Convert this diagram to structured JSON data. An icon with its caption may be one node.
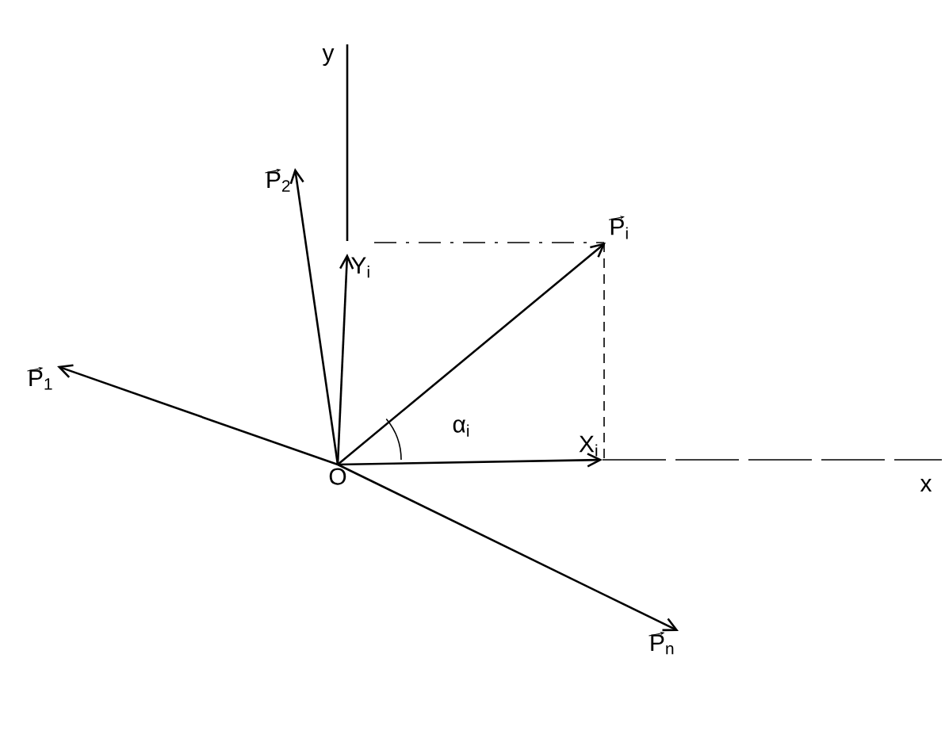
{
  "diagram": {
    "nodes": [
      {
        "text": [
          "O"
        ]
      },
      {
        "text": [
          "P$_{1}$"
        ]
      },
      {
        "text": [
          "P$_{2}$"
        ]
      },
      {
        "text": [
          "P$_{i}$"
        ]
      },
      {
        "text": [
          "P$_{n}$"
        ]
      },
      {
        "text": [
          "Y$_{i}$"
        ]
      },
      {
        "text": [
          "X$_{i}$"
        ]
      }
    ],
    "edges": [
      {
        "from": 0,
        "to": 1,
        "arrow": "to"
      },
      {
        "from": 0,
        "to": 2,
        "arrow": "to"
      },
      {
        "from": 0,
        "to": 3,
        "arrow": "to"
      },
      {
        "from": 0,
        "to": 4,
        "arrow": "to"
      },
      {
        "from": 0,
        "to": 5,
        "arrow": "to"
      },
      {
        "from": 0,
        "to": 6,
        "arrow": "to"
      }
    ],
    "labels": [
      "y",
      "α$_{i}$",
      "x"
    ]
  }
}
